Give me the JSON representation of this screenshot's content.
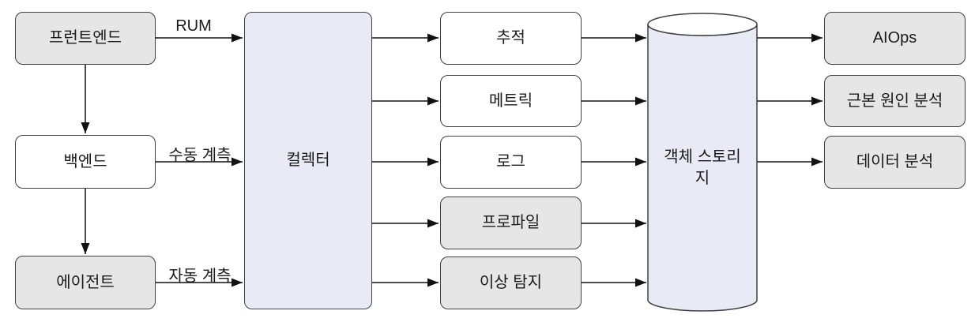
{
  "diagram": {
    "title": "telemetry-pipeline-flow",
    "colors": {
      "gray_fill": "#e6e6e6",
      "white_fill": "#ffffff",
      "collector_fill": "#e8ebf5",
      "storage_fill": "#e8ebf5",
      "lid_fill": "#ffffff",
      "border": "#404040",
      "arrow": "#111111",
      "text": "#1a1a1a",
      "background": "#ffffff"
    },
    "nodes": {
      "frontend": {
        "label": "프런트엔드",
        "fill": "gray",
        "shape": "rounded-rect"
      },
      "backend": {
        "label": "백엔드",
        "fill": "white",
        "shape": "rounded-rect"
      },
      "agent": {
        "label": "에이전트",
        "fill": "gray",
        "shape": "rounded-rect"
      },
      "collector": {
        "label": "컬렉터",
        "fill": "accent",
        "shape": "rounded-rect"
      },
      "traces": {
        "label": "추적",
        "fill": "white",
        "shape": "rounded-rect"
      },
      "metrics": {
        "label": "메트릭",
        "fill": "white",
        "shape": "rounded-rect"
      },
      "logs": {
        "label": "로그",
        "fill": "white",
        "shape": "rounded-rect"
      },
      "profiles": {
        "label": "프로파일",
        "fill": "gray",
        "shape": "rounded-rect"
      },
      "anomaly_detection": {
        "label": "이상 탐지",
        "fill": "gray",
        "shape": "rounded-rect"
      },
      "object_storage": {
        "label": "객체 스토리지",
        "fill": "accent",
        "shape": "cylinder"
      },
      "aiops": {
        "label": "AIOps",
        "fill": "gray",
        "shape": "rounded-rect"
      },
      "root_cause_analysis": {
        "label": "근본 원인 분석",
        "fill": "gray",
        "shape": "rounded-rect"
      },
      "data_analysis": {
        "label": "데이터 분석",
        "fill": "gray",
        "shape": "rounded-rect"
      }
    },
    "edges": [
      {
        "from": "frontend",
        "to": "collector",
        "label": "RUM"
      },
      {
        "from": "backend",
        "to": "collector",
        "label": "수동 계측"
      },
      {
        "from": "agent",
        "to": "collector",
        "label": "자동 계측"
      },
      {
        "from": "frontend",
        "to": "backend",
        "label": ""
      },
      {
        "from": "backend",
        "to": "agent",
        "label": ""
      },
      {
        "from": "collector",
        "to": "traces",
        "label": ""
      },
      {
        "from": "collector",
        "to": "metrics",
        "label": ""
      },
      {
        "from": "collector",
        "to": "logs",
        "label": ""
      },
      {
        "from": "collector",
        "to": "profiles",
        "label": ""
      },
      {
        "from": "collector",
        "to": "anomaly_detection",
        "label": ""
      },
      {
        "from": "traces",
        "to": "object_storage",
        "label": ""
      },
      {
        "from": "metrics",
        "to": "object_storage",
        "label": ""
      },
      {
        "from": "logs",
        "to": "object_storage",
        "label": ""
      },
      {
        "from": "profiles",
        "to": "object_storage",
        "label": ""
      },
      {
        "from": "anomaly_detection",
        "to": "object_storage",
        "label": ""
      },
      {
        "from": "object_storage",
        "to": "aiops",
        "label": ""
      },
      {
        "from": "object_storage",
        "to": "root_cause_analysis",
        "label": ""
      },
      {
        "from": "object_storage",
        "to": "data_analysis",
        "label": ""
      }
    ]
  }
}
